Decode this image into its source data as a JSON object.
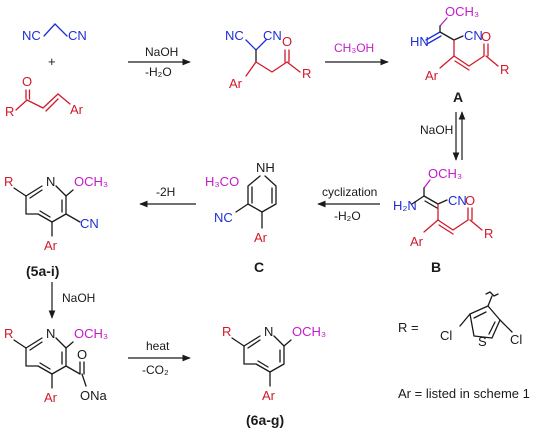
{
  "colors": {
    "reagent_dinitrile": "#1f2fd6",
    "enone_chain": "#d11a2a",
    "methoxy": "#c21ec8",
    "default": "#1a1a1a"
  },
  "atoms": {
    "nc": "NC",
    "cn": "CN",
    "n": "N",
    "nh": "NH",
    "hn": "HN",
    "h2n": "H₂N",
    "o": "O",
    "r": "R",
    "ar": "Ar",
    "och3": "OCH₃",
    "h3co": "H₃CO",
    "ona": "ONa",
    "cl": "Cl",
    "s": "S",
    "plus": "+"
  },
  "labels": {
    "intermediate_a": "A",
    "intermediate_b": "B",
    "intermediate_c": "C",
    "product_5": "(5a-i)",
    "product_6": "(6a-g)"
  },
  "conditions": {
    "step1_top": "NaOH",
    "step1_bottom": "-H₂O",
    "step2_top": "CH₃OH",
    "step3": "NaOH",
    "step4_top": "cyclization",
    "step4_bottom": "-H₂O",
    "step5_top": "-2H",
    "step6": "NaOH",
    "step7_top": "heat",
    "step7_bottom": "-CO₂"
  },
  "legend": {
    "r_def": "R =",
    "ar_def": "Ar = listed in scheme 1"
  }
}
